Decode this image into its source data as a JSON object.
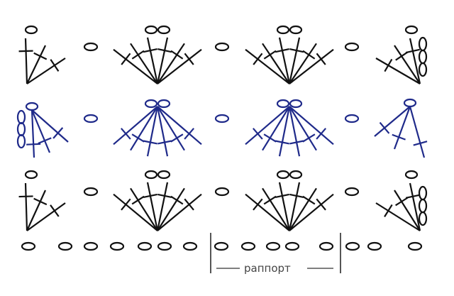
{
  "diagram": {
    "repeat_label": "раппорт"
  },
  "colors": {
    "ink": "#111111",
    "accent_row": "#1f2a8a",
    "bracket": "#555555",
    "background": "#ffffff"
  },
  "symbols": {
    "chain": "chain-stitch",
    "double_crochet": "double-crochet",
    "fan": "fan-of-double-crochets"
  },
  "rows": [
    {
      "name": "row-1",
      "color": "ink",
      "kind": "foundation-chain"
    },
    {
      "name": "row-2",
      "color": "ink",
      "kind": "fans"
    },
    {
      "name": "row-3",
      "color": "accent_row",
      "kind": "fans"
    },
    {
      "name": "row-4",
      "color": "ink",
      "kind": "fans"
    }
  ]
}
